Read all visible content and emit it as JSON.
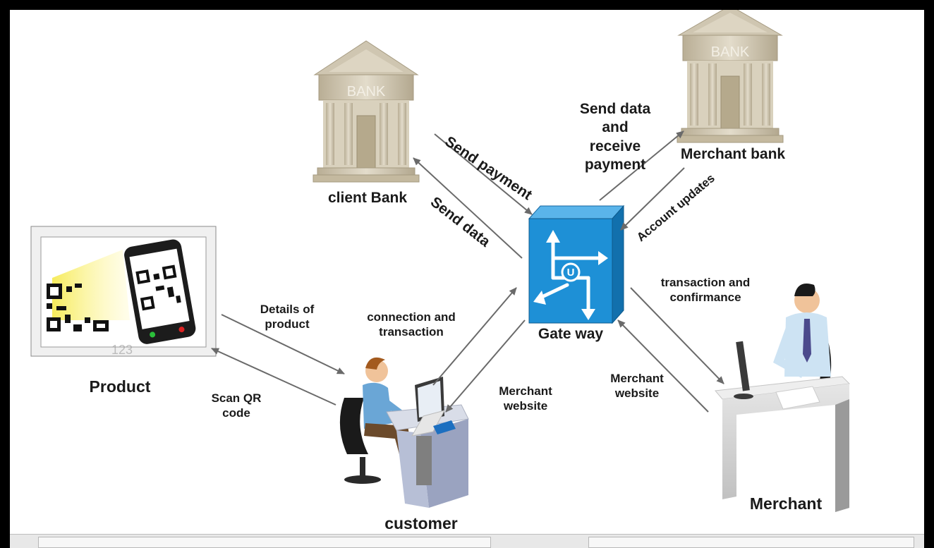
{
  "nodes": {
    "client_bank": "client Bank",
    "merchant_bank": "Merchant bank",
    "gateway": "Gate way",
    "product": "Product",
    "customer": "customer",
    "merchant": "Merchant",
    "bank_sign": "BANK",
    "gateway_logo": "U"
  },
  "edges": {
    "send_payment": "Send payment",
    "send_data": "Send data",
    "send_receive": "Send data\nand\nreceive\npayment",
    "account_updates": "Account updates",
    "details_of_product": "Details of\nproduct",
    "scan_qr": "Scan QR\ncode",
    "connection_transaction": "connection and\ntransaction",
    "merchant_website_1": "Merchant\nwebsite",
    "merchant_website_2": "Merchant\nwebsite",
    "transaction_confirmance": "transaction and\nconfirmance"
  },
  "colors": {
    "bank_stone": "#c9bfa8",
    "gateway_blue": "#1e90d6",
    "arrow": "#6a6a6a"
  }
}
